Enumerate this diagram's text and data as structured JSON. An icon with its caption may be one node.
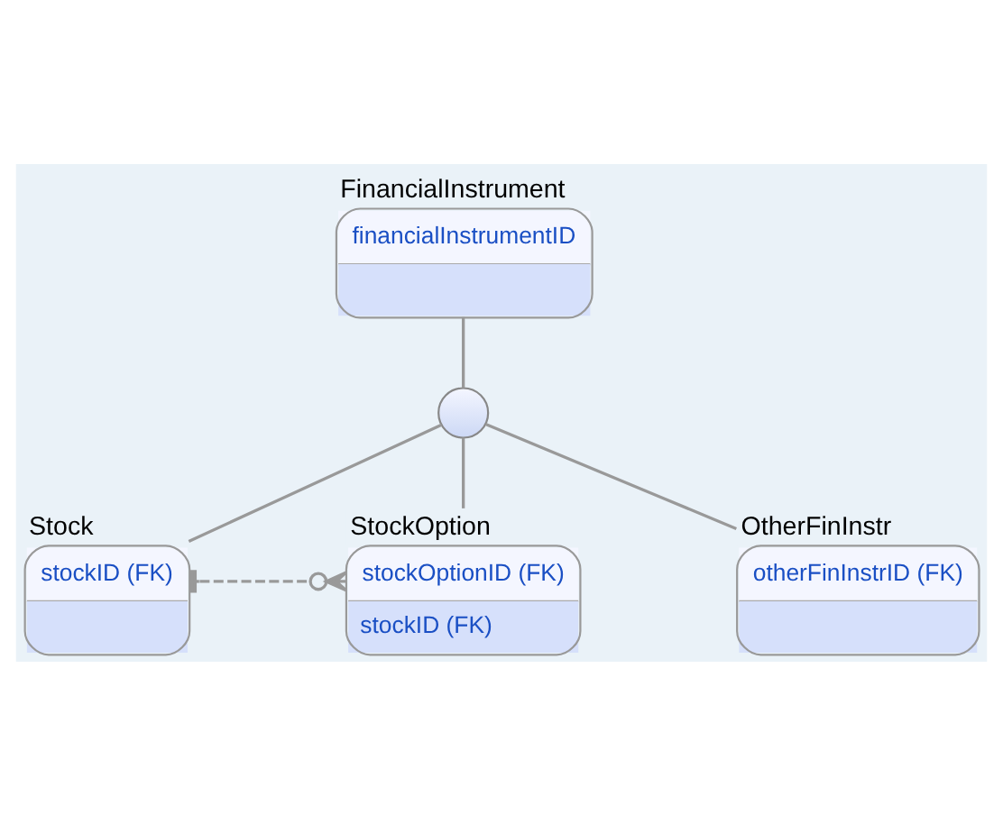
{
  "diagram": {
    "nodes": [
      {
        "text": [
          "FinancialInstrument",
          "financialInstrumentID"
        ]
      },
      {
        "text": [],
        "shape": "circle"
      },
      {
        "text": [
          "Stock",
          "stockID (FK)"
        ]
      },
      {
        "text": [
          "StockOption",
          "stockOptionID (FK)",
          "stockID (FK)"
        ]
      },
      {
        "text": [
          "OtherFinInstr",
          "otherFinInstrID (FK)"
        ]
      }
    ],
    "edges": [
      {
        "from": 0,
        "to": 1,
        "arrow": "none"
      },
      {
        "from": 1,
        "to": 2,
        "arrow": "none"
      },
      {
        "from": 1,
        "to": 3,
        "arrow": "none"
      },
      {
        "from": 1,
        "to": 4,
        "arrow": "none"
      },
      {
        "from": 2,
        "to": 3,
        "arrow": "other",
        "style": "dashed"
      }
    ]
  }
}
